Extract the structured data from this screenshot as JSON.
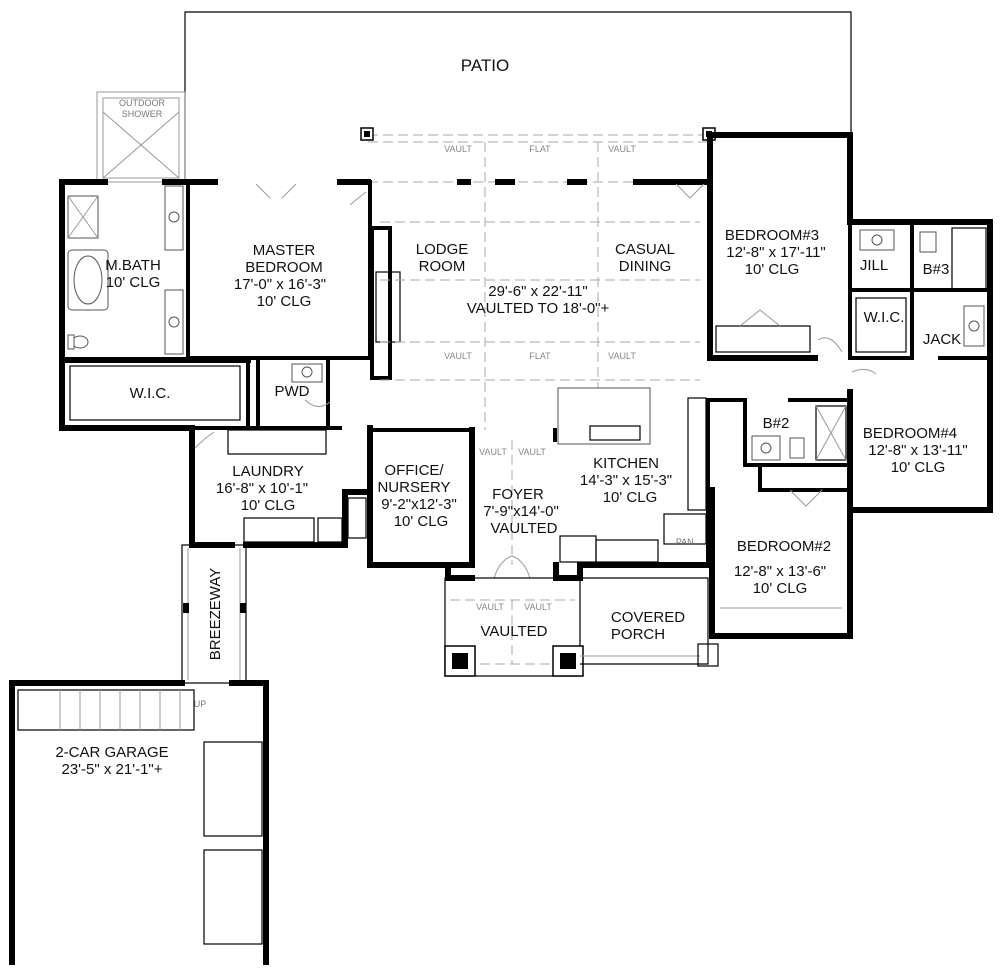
{
  "plan": {
    "patio": "PATIO",
    "outdoor_shower": [
      "OUTDOOR",
      "SHOWER"
    ],
    "m_bath": [
      "M.BATH",
      "10' CLG"
    ],
    "master_bedroom": [
      "MASTER",
      "BEDROOM",
      "17'-0\" x 16'-3\"",
      "10' CLG"
    ],
    "lodge_room": [
      "LODGE",
      "ROOM"
    ],
    "casual_dining": [
      "CASUAL",
      "DINING"
    ],
    "great_room_dims": [
      "29'-6\" x 22'-11\"",
      "VAULTED TO 18'-0\"+"
    ],
    "ceiling_marks": {
      "vault": "VAULT",
      "flat": "FLAT",
      "vaulted": "VAULTED"
    },
    "bedroom3": [
      "BEDROOM#3",
      "12'-8\" x 17'-11\"",
      "10' CLG"
    ],
    "jill": "JILL",
    "bath3": "B#3",
    "wic_upper": "W.I.C.",
    "jack": "JACK",
    "wic_master": "W.I.C.",
    "pwd": "PWD",
    "laundry": [
      "LAUNDRY",
      "16'-8\" x 10'-1\"",
      "10' CLG"
    ],
    "office": [
      "OFFICE/",
      "NURSERY",
      "9'-2\"x12'-3\"",
      "10' CLG"
    ],
    "foyer": [
      "FOYER",
      "7'-9\"x14'-0\"",
      "VAULTED"
    ],
    "kitchen": [
      "KITCHEN",
      "14'-3\" x 15'-3\"",
      "10' CLG"
    ],
    "bath2": "B#2",
    "bedroom4": [
      "BEDROOM#4",
      "12'-8\" x 13'-11\"",
      "10' CLG"
    ],
    "bedroom2": [
      "BEDROOM#2",
      "12'-8\" x 13'-6\"",
      "10' CLG"
    ],
    "pan": "PAN.",
    "porch_vaulted": "VAULTED",
    "covered_porch": [
      "COVERED",
      "PORCH"
    ],
    "breezeway": "BREEZEWAY",
    "up": "UP",
    "garage": [
      "2-CAR GARAGE",
      "23'-5\" x 21'-1\"+"
    ]
  }
}
